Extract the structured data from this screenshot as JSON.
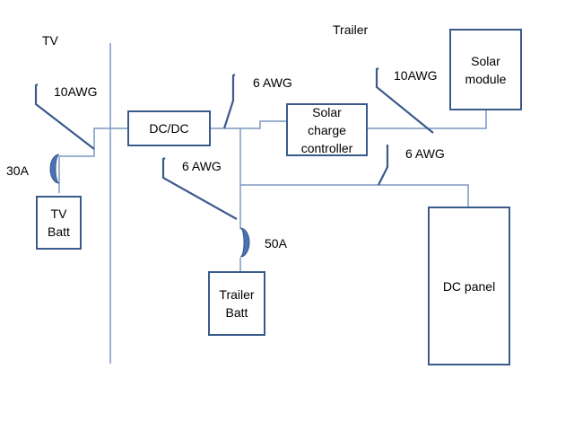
{
  "colors": {
    "wire": "#7d98c2",
    "outline": "#3b5a8c",
    "fuse": "#4a72b6",
    "text": "#000000",
    "background": "#ffffff"
  },
  "sections": {
    "tv": "TV",
    "trailer": "Trailer"
  },
  "components": {
    "tv_batt": [
      "TV",
      "Batt"
    ],
    "dcdc": [
      "DC/DC"
    ],
    "solar_controller": [
      "Solar",
      "charge",
      "controller"
    ],
    "solar_module": [
      "Solar",
      "module"
    ],
    "trailer_batt": [
      "Trailer",
      "Batt"
    ],
    "dc_panel": [
      "DC panel"
    ]
  },
  "labels": {
    "wire_tv": "10AWG",
    "fuse_tv": "30A",
    "wire_dcdc_out": "6 AWG",
    "wire_solar": "10AWG",
    "wire_trailer_batt": "6 AWG",
    "fuse_trailer": "50A",
    "wire_dc_panel": "6 AWG"
  }
}
